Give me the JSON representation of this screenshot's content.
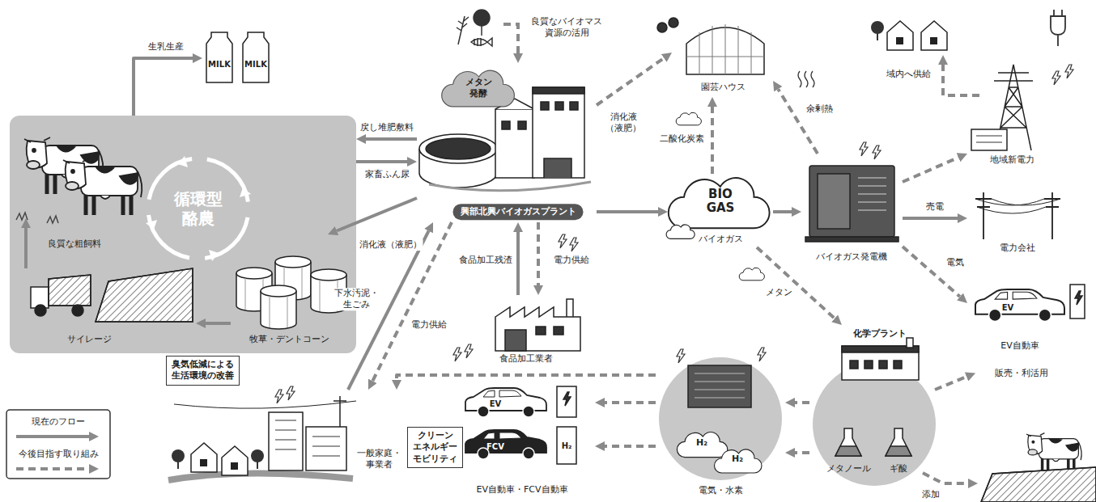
{
  "diagram": {
    "nodes": [
      {
        "text": [
          "循環型 酪農"
        ]
      },
      {
        "text": [
          "サイレージ"
        ],
        "in": 0
      },
      {
        "text": [
          "牧草・デントコーン"
        ],
        "in": 0
      },
      {
        "text": [
          "MILK",
          "MILK"
        ]
      },
      {
        "text": [
          "メタン 発酵",
          "興部北興バイオガスプラント"
        ]
      },
      {
        "text": [
          "園芸ハウス"
        ]
      },
      {
        "text": [
          "BIO GAS",
          "バイオガス"
        ]
      },
      {
        "text": [
          "バイオガス発電機"
        ]
      },
      {
        "text": [
          "地域新電力"
        ]
      },
      {
        "text": [
          "電力会社"
        ]
      },
      {
        "text": [
          "EV",
          "EV自動車"
        ]
      },
      {
        "text": [
          "化学プラント",
          "メタノール",
          "ギ酸"
        ]
      },
      {
        "text": [
          "H₂",
          "H₂",
          "電気・水素"
        ]
      },
      {
        "text": [
          "EV",
          "FCV",
          "H₂",
          "EV自動車・FCV自動車"
        ]
      },
      {
        "text": [
          "一般家庭・ 事業者"
        ]
      },
      {
        "text": [
          "食品加工業者"
        ]
      },
      {
        "text": [
          "臭気低減による 生活環境の改善"
        ]
      },
      {
        "text": [
          "クリーン エネルギー モビリティ"
        ]
      }
    ],
    "edges": [
      {
        "from": 0,
        "to": 3,
        "label": "生乳生産",
        "arrow": "to"
      },
      {
        "from": 4,
        "to": 0,
        "label": "戻し堆肥敷料",
        "arrow": "to"
      },
      {
        "from": 0,
        "to": 4,
        "label": "家畜ふん尿",
        "arrow": "to"
      },
      {
        "from": 4,
        "to": 2,
        "label": "消化液（液肥）",
        "arrow": "to"
      },
      {
        "from": 2,
        "to": 1,
        "arrow": "to"
      },
      {
        "from": 4,
        "to": 5,
        "label": "消化液 （液肥）",
        "arrow": "to"
      },
      {
        "from": 4,
        "to": 6,
        "arrow": "to"
      },
      {
        "from": 6,
        "to": 5,
        "label": "二酸化炭素",
        "arrow": "to"
      },
      {
        "from": 6,
        "to": 7,
        "arrow": "to"
      },
      {
        "from": 7,
        "to": 5,
        "label": "余剰熱",
        "arrow": "to"
      },
      {
        "from": 7,
        "to": 8,
        "arrow": "to"
      },
      {
        "from": 7,
        "to": 9,
        "label": "売電",
        "arrow": "to"
      },
      {
        "from": 7,
        "to": 10,
        "label": "電気",
        "arrow": "to"
      },
      {
        "from": 6,
        "to": 11,
        "label": "メタン",
        "arrow": "to"
      },
      {
        "from": 11,
        "to": 12,
        "arrow": "to"
      },
      {
        "from": 11,
        "to": 12,
        "arrow": "to"
      },
      {
        "from": 12,
        "to": 13,
        "arrow": "to"
      },
      {
        "from": 12,
        "to": 13,
        "arrow": "to"
      },
      {
        "from": 12,
        "to": 14,
        "arrow": "to"
      },
      {
        "from": 15,
        "to": 4,
        "label": "食品加工残渣",
        "arrow": "to"
      },
      {
        "from": 4,
        "to": 15,
        "label": "電力供給",
        "arrow": "to"
      },
      {
        "from": 14,
        "to": 4,
        "label": "下水汚泥・ 生ごみ",
        "arrow": "to"
      },
      {
        "from": 4,
        "to": 14,
        "label": "電力供給",
        "arrow": "to"
      }
    ],
    "labels": [
      "良質な粗飼料",
      "良質なバイオマス 資源の活用",
      "域内へ供給",
      "販売・利活用",
      "添加"
    ],
    "legend": [
      {
        "text": "現在のフロー"
      },
      {
        "text": "今後目指す取り組み"
      }
    ]
  }
}
